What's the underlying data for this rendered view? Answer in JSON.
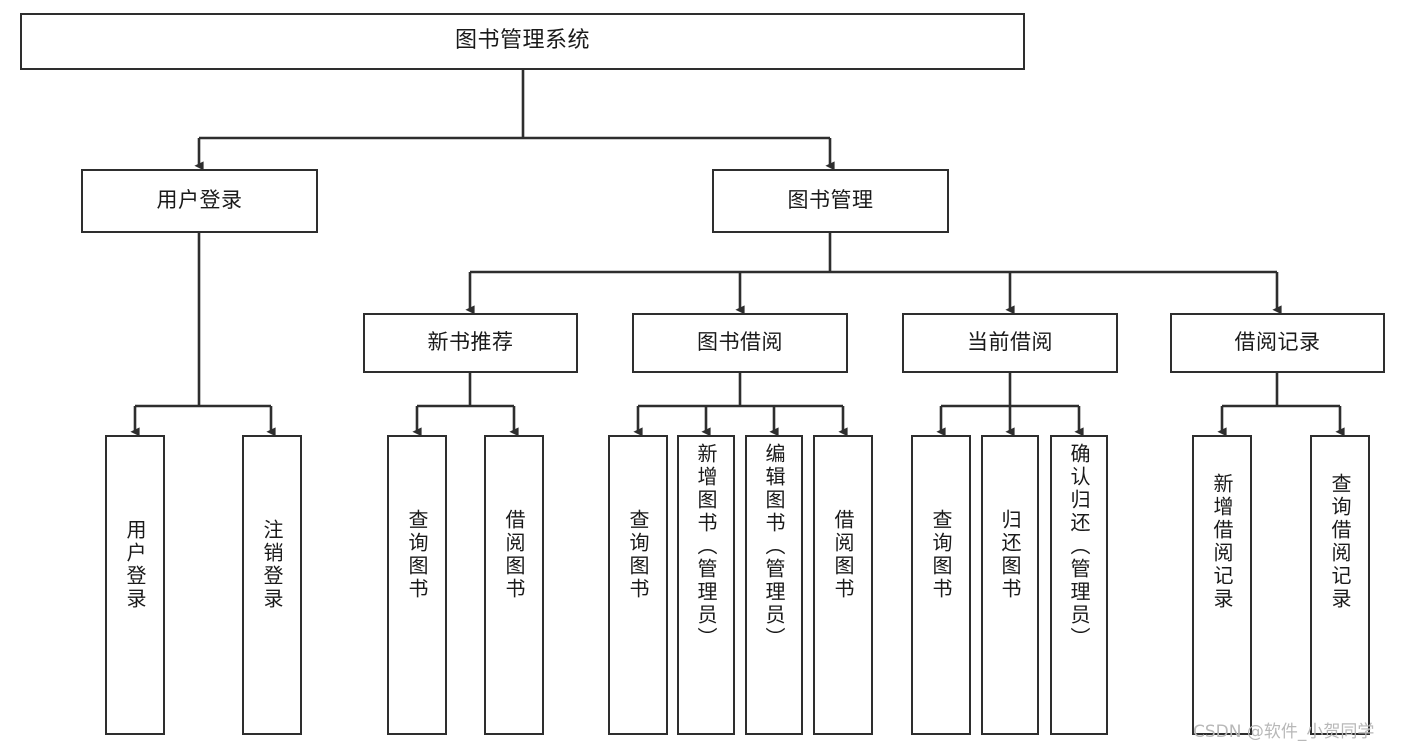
{
  "diagram": {
    "title": "图书管理系统",
    "type": "hierarchy-tree",
    "watermark": "CSDN @软件_小贺同学",
    "colors": {
      "box_border": "#2e2e2e",
      "box_fill": "#ffffff",
      "edge": "#2e2e2e",
      "text": "#1a1a1a",
      "watermark": "#b8b8b8",
      "background": "#ffffff"
    },
    "nodes": {
      "root": {
        "label": "图书管理系统",
        "orientation": "horizontal"
      },
      "level2": [
        {
          "id": "user-login",
          "label": "用户登录",
          "orientation": "horizontal"
        },
        {
          "id": "book-manage",
          "label": "图书管理",
          "orientation": "horizontal"
        }
      ],
      "level3": [
        {
          "id": "new-book-recommend",
          "label": "新书推荐",
          "orientation": "horizontal"
        },
        {
          "id": "book-borrow",
          "label": "图书借阅",
          "orientation": "horizontal"
        },
        {
          "id": "current-borrow",
          "label": "当前借阅",
          "orientation": "horizontal"
        },
        {
          "id": "borrow-record",
          "label": "借阅记录",
          "orientation": "horizontal"
        }
      ],
      "leaves": [
        {
          "id": "leaf-user-login",
          "label": "用户登录",
          "parent": "user-login",
          "orientation": "vertical"
        },
        {
          "id": "leaf-logout",
          "label": "注销登录",
          "parent": "user-login",
          "orientation": "vertical"
        },
        {
          "id": "leaf-query-book-1",
          "label": "查询图书",
          "parent": "new-book-recommend",
          "orientation": "vertical"
        },
        {
          "id": "leaf-borrow-book-1",
          "label": "借阅图书",
          "parent": "new-book-recommend",
          "orientation": "vertical"
        },
        {
          "id": "leaf-query-book-2",
          "label": "查询图书",
          "parent": "book-borrow",
          "orientation": "vertical"
        },
        {
          "id": "leaf-add-book",
          "label": "新增图书（管理员）",
          "parent": "book-borrow",
          "orientation": "vertical"
        },
        {
          "id": "leaf-edit-book",
          "label": "编辑图书（管理员）",
          "parent": "book-borrow",
          "orientation": "vertical"
        },
        {
          "id": "leaf-borrow-book-2",
          "label": "借阅图书",
          "parent": "book-borrow",
          "orientation": "vertical"
        },
        {
          "id": "leaf-query-book-3",
          "label": "查询图书",
          "parent": "current-borrow",
          "orientation": "vertical"
        },
        {
          "id": "leaf-return-book",
          "label": "归还图书",
          "parent": "current-borrow",
          "orientation": "vertical"
        },
        {
          "id": "leaf-confirm-return",
          "label": "确认归还（管理员）",
          "parent": "current-borrow",
          "orientation": "vertical"
        },
        {
          "id": "leaf-add-record",
          "label": "新增借阅记录",
          "parent": "borrow-record",
          "orientation": "vertical"
        },
        {
          "id": "leaf-query-record",
          "label": "查询借阅记录",
          "parent": "borrow-record",
          "orientation": "vertical"
        }
      ]
    }
  }
}
